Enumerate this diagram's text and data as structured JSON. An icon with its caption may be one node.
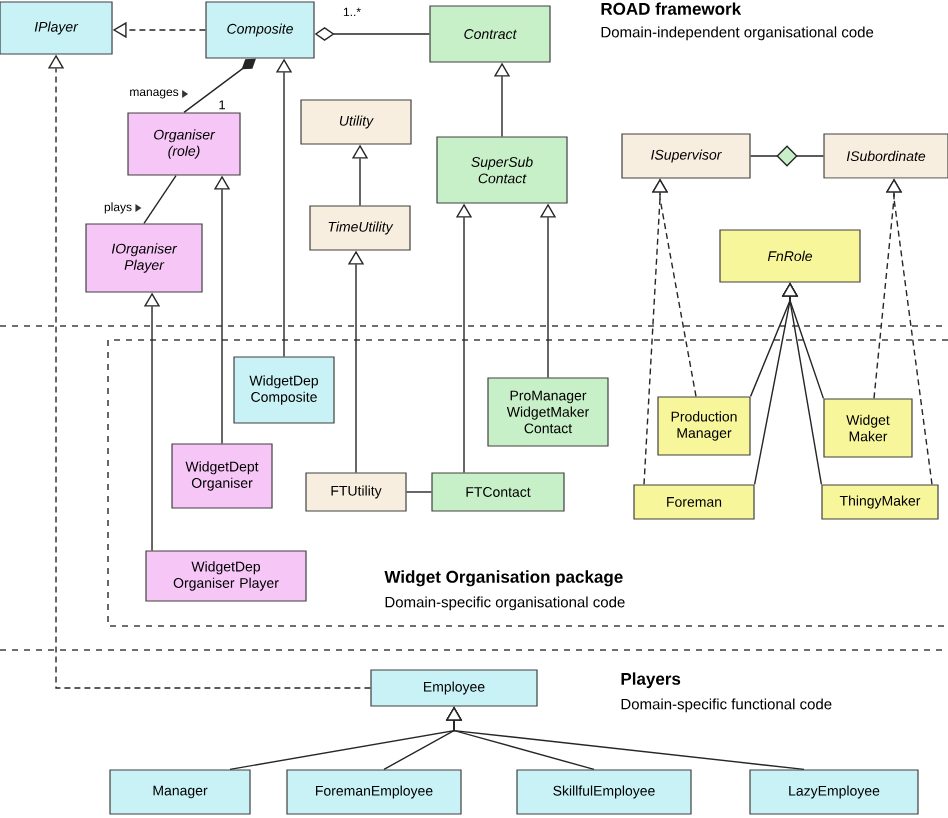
{
  "diagram": {
    "nodes": [
      {
        "text": [
          "IPlayer"
        ]
      },
      {
        "text": [
          "Composite"
        ]
      },
      {
        "text": [
          "Contract"
        ]
      },
      {
        "text": [
          "Organiser (role)"
        ]
      },
      {
        "text": [
          "Utility"
        ]
      },
      {
        "text": [
          "SuperSub Contact"
        ]
      },
      {
        "text": [
          "ISupervisor"
        ]
      },
      {
        "text": [
          "ISubordinate"
        ]
      },
      {
        "text": [
          "IOrganiser Player"
        ]
      },
      {
        "text": [
          "TimeUtility"
        ]
      },
      {
        "text": [
          "FnRole"
        ]
      },
      {
        "text": [
          "WidgetDep Composite"
        ]
      },
      {
        "text": [
          "ProManager WidgetMaker Contact"
        ]
      },
      {
        "text": [
          "Production Manager"
        ]
      },
      {
        "text": [
          "Widget Maker"
        ]
      },
      {
        "text": [
          "WidgetDept Organiser"
        ]
      },
      {
        "text": [
          "FTUtility"
        ]
      },
      {
        "text": [
          "FTContact"
        ]
      },
      {
        "text": [
          "Foreman"
        ]
      },
      {
        "text": [
          "ThingyMaker"
        ]
      },
      {
        "text": [
          "WidgetDep Organiser Player"
        ]
      },
      {
        "text": [
          "Employee"
        ]
      },
      {
        "text": [
          "Manager"
        ]
      },
      {
        "text": [
          "ForemanEmployee"
        ]
      },
      {
        "text": [
          "SkillfulEmployee"
        ]
      },
      {
        "text": [
          "LazyEmployee"
        ]
      }
    ],
    "edges": [
      {
        "from": 1,
        "to": 0,
        "arrow": "to",
        "style": "dashed"
      },
      {
        "from": 2,
        "to": 1,
        "arrow": "other",
        "label": "1..*"
      },
      {
        "from": 3,
        "to": 1,
        "arrow": "other",
        "label": "manages"
      },
      {
        "from": 8,
        "to": 3,
        "arrow": "none",
        "label": "plays"
      },
      {
        "from": 9,
        "to": 4,
        "arrow": "to"
      },
      {
        "from": 5,
        "to": 2,
        "arrow": "to"
      },
      {
        "from": 6,
        "to": 7,
        "arrow": "none"
      },
      {
        "from": 11,
        "to": 1,
        "arrow": "to"
      },
      {
        "from": 15,
        "to": 3,
        "arrow": "to"
      },
      {
        "from": 16,
        "to": 9,
        "arrow": "to"
      },
      {
        "from": 17,
        "to": 5,
        "arrow": "to"
      },
      {
        "from": 12,
        "to": 5,
        "arrow": "to"
      },
      {
        "from": 16,
        "to": 17,
        "arrow": "none"
      },
      {
        "from": 20,
        "to": 8,
        "arrow": "to"
      },
      {
        "from": 13,
        "to": 10,
        "arrow": "to"
      },
      {
        "from": 14,
        "to": 10,
        "arrow": "to"
      },
      {
        "from": 18,
        "to": 10,
        "arrow": "to"
      },
      {
        "from": 19,
        "to": 10,
        "arrow": "to"
      },
      {
        "from": 13,
        "to": 6,
        "arrow": "to",
        "style": "dashed"
      },
      {
        "from": 18,
        "to": 6,
        "arrow": "to",
        "style": "dashed"
      },
      {
        "from": 14,
        "to": 7,
        "arrow": "to",
        "style": "dashed"
      },
      {
        "from": 19,
        "to": 7,
        "arrow": "to",
        "style": "dashed"
      },
      {
        "from": 21,
        "to": 0,
        "arrow": "to",
        "style": "dashed"
      },
      {
        "from": 22,
        "to": 21,
        "arrow": "to"
      },
      {
        "from": 23,
        "to": 21,
        "arrow": "to"
      },
      {
        "from": 24,
        "to": 21,
        "arrow": "to"
      },
      {
        "from": 25,
        "to": 21,
        "arrow": "to"
      }
    ],
    "labels": [
      "ROAD framework",
      "Domain-independent organisational code",
      "1",
      "Widget Organisation package",
      "Domain-specific organisational code",
      "Players",
      "Domain-specific functional code"
    ]
  }
}
